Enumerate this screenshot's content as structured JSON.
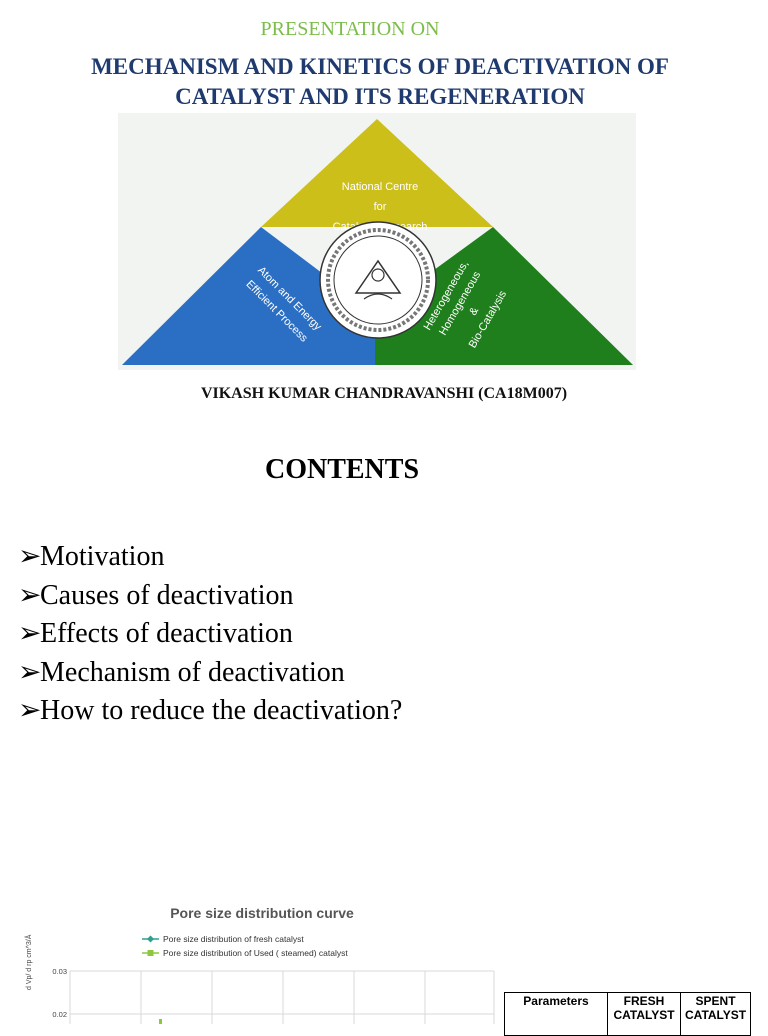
{
  "header": {
    "pre_title": "PRESENTATION ON",
    "title_line1": "MECHANISM AND KINETICS OF DEACTIVATION OF",
    "title_line2": "CATALYST AND ITS REGENERATION"
  },
  "logo": {
    "top_text": [
      "National Centre",
      "for",
      "Catalysis Research"
    ],
    "left_text": [
      "Atom and Energy",
      "Efficient Process"
    ],
    "right_text": [
      "Heterogeneous,",
      "Homogeneous",
      "&",
      "Bio-Catalysis"
    ],
    "colors": {
      "top": "#cdbf1a",
      "left": "#2b6fc4",
      "right": "#1f7f1c"
    }
  },
  "author": "VIKASH KUMAR CHANDRAVANSHI (CA18M007)",
  "contents": {
    "heading": "CONTENTS",
    "bullet": "➢",
    "items": [
      "Motivation",
      "Causes of deactivation",
      "Effects of deactivation",
      "Mechanism of deactivation",
      "How to reduce the deactivation?"
    ]
  },
  "chart_data": {
    "type": "line",
    "title": "Pore size distribution curve",
    "ylabel": "d Vp/ d rp cm^3/Å",
    "yticks": [
      "0.03",
      "0.02"
    ],
    "series": [
      {
        "name": "Pore size distribution of fresh catalyst",
        "color": "#2e9e8e"
      },
      {
        "name": "Pore size distribution of Used ( steamed) catalyst",
        "color": "#8dc63f"
      }
    ],
    "grid": true,
    "legend": "top"
  },
  "table": {
    "headers": [
      "Parameters",
      "FRESH CATALYST",
      "SPENT CATALYST"
    ]
  }
}
